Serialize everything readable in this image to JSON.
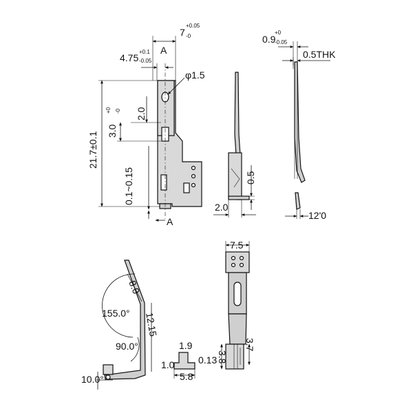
{
  "front_view": {
    "section_mark": "A",
    "width_dim": "7",
    "width_tol_upper": "+0.05",
    "width_tol_lower": "-0",
    "offset_dim": "4.75",
    "offset_tol_upper": "+0.1",
    "offset_tol_lower": "-0.05",
    "hole_dim": "φ1.5",
    "height_dim": "21.7±0.1",
    "slot_dim_a": "2.0",
    "slot_dim_b": "3.0",
    "slot_dim_b_tol_upper": "+0",
    "slot_dim_b_tol_lower": "-0",
    "gap_dim": "0.1~0.15"
  },
  "side_view": {
    "bend_height": "0.5",
    "foot_length": "2.0"
  },
  "section_view": {
    "thickness_dim": "0.9",
    "thickness_tol_upper": "+0",
    "thickness_tol_lower": "-0.05",
    "material_thickness": "0.5THK",
    "tip_angle": "12'0"
  },
  "bent_view": {
    "length_upper": "8.0",
    "angle_upper": "155.0°",
    "length_middle": "12.15",
    "angle_lower": "90.0°",
    "angle_foot": "10.0°"
  },
  "foot_detail": {
    "height": "1.9",
    "left": "1.0",
    "right": "0.13",
    "width": "5.8"
  },
  "blank_view": {
    "top_width": "7.5",
    "left_height": "3.8",
    "right_height": "3.7"
  }
}
